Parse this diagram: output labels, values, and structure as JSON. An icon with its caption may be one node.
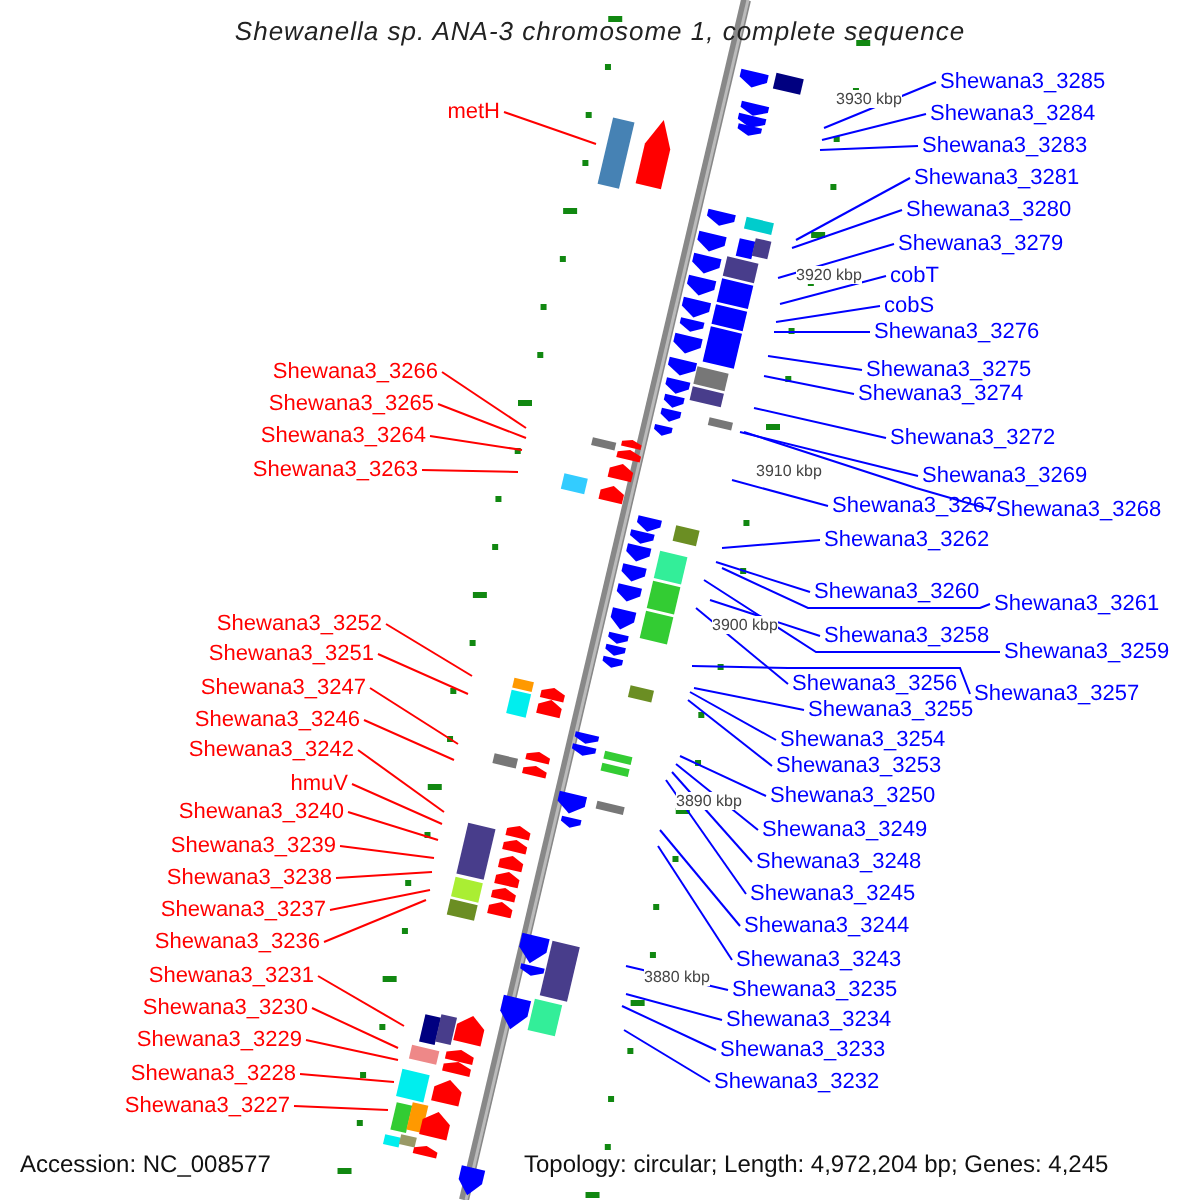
{
  "diagram": {
    "title": "Shewanella sp. ANA-3 chromosome 1, complete sequence",
    "nodes": [
      {
        "text": [
          "metH"
        ]
      },
      {
        "text": [
          "Shewana3_3266"
        ]
      },
      {
        "text": [
          "Shewana3_3265"
        ]
      },
      {
        "text": [
          "Shewana3_3264"
        ]
      },
      {
        "text": [
          "Shewana3_3263"
        ]
      },
      {
        "text": [
          "Shewana3_3252"
        ]
      },
      {
        "text": [
          "Shewana3_3251"
        ]
      },
      {
        "text": [
          "Shewana3_3247"
        ]
      },
      {
        "text": [
          "Shewana3_3246"
        ]
      },
      {
        "text": [
          "Shewana3_3242"
        ]
      },
      {
        "text": [
          "hmuV"
        ]
      },
      {
        "text": [
          "Shewana3_3240"
        ]
      },
      {
        "text": [
          "Shewana3_3239"
        ]
      },
      {
        "text": [
          "Shewana3_3238"
        ]
      },
      {
        "text": [
          "Shewana3_3237"
        ]
      },
      {
        "text": [
          "Shewana3_3236"
        ]
      },
      {
        "text": [
          "Shewana3_3231"
        ]
      },
      {
        "text": [
          "Shewana3_3230"
        ]
      },
      {
        "text": [
          "Shewana3_3229"
        ]
      },
      {
        "text": [
          "Shewana3_3228"
        ]
      },
      {
        "text": [
          "Shewana3_3227"
        ]
      },
      {
        "text": [
          "Shewana3_3285"
        ]
      },
      {
        "text": [
          "Shewana3_3284"
        ]
      },
      {
        "text": [
          "Shewana3_3283"
        ]
      },
      {
        "text": [
          "Shewana3_3281"
        ]
      },
      {
        "text": [
          "Shewana3_3280"
        ]
      },
      {
        "text": [
          "Shewana3_3279"
        ]
      },
      {
        "text": [
          "cobT"
        ]
      },
      {
        "text": [
          "cobS"
        ]
      },
      {
        "text": [
          "Shewana3_3276"
        ]
      },
      {
        "text": [
          "Shewana3_3275"
        ]
      },
      {
        "text": [
          "Shewana3_3274"
        ]
      },
      {
        "text": [
          "Shewana3_3272"
        ]
      },
      {
        "text": [
          "Shewana3_3269"
        ]
      },
      {
        "text": [
          "Shewana3_3267"
        ]
      },
      {
        "text": [
          "Shewana3_3268"
        ]
      },
      {
        "text": [
          "Shewana3_3262"
        ]
      },
      {
        "text": [
          "Shewana3_3260"
        ]
      },
      {
        "text": [
          "Shewana3_3261"
        ]
      },
      {
        "text": [
          "Shewana3_3258"
        ]
      },
      {
        "text": [
          "Shewana3_3259"
        ]
      },
      {
        "text": [
          "Shewana3_3256"
        ]
      },
      {
        "text": [
          "Shewana3_3257"
        ]
      },
      {
        "text": [
          "Shewana3_3255"
        ]
      },
      {
        "text": [
          "Shewana3_3254"
        ]
      },
      {
        "text": [
          "Shewana3_3253"
        ]
      },
      {
        "text": [
          "Shewana3_3250"
        ]
      },
      {
        "text": [
          "Shewana3_3249"
        ]
      },
      {
        "text": [
          "Shewana3_3248"
        ]
      },
      {
        "text": [
          "Shewana3_3245"
        ]
      },
      {
        "text": [
          "Shewana3_3244"
        ]
      },
      {
        "text": [
          "Shewana3_3243"
        ]
      },
      {
        "text": [
          "Shewana3_3235"
        ]
      },
      {
        "text": [
          "Shewana3_3234"
        ]
      },
      {
        "text": [
          "Shewana3_3233"
        ]
      },
      {
        "text": [
          "Shewana3_3232"
        ]
      }
    ],
    "edges": [
      {
        "from": 0,
        "to": null,
        "arrow": "none",
        "color": "#ff0000"
      },
      {
        "from": 1,
        "to": null,
        "arrow": "none",
        "color": "#ff0000"
      },
      {
        "from": 2,
        "to": null,
        "arrow": "none",
        "color": "#ff0000"
      },
      {
        "from": 3,
        "to": null,
        "arrow": "none",
        "color": "#ff0000"
      },
      {
        "from": 4,
        "to": null,
        "arrow": "none",
        "color": "#ff0000"
      },
      {
        "from": 5,
        "to": null,
        "arrow": "none",
        "color": "#ff0000"
      },
      {
        "from": 6,
        "to": null,
        "arrow": "none",
        "color": "#ff0000"
      },
      {
        "from": 7,
        "to": null,
        "arrow": "none",
        "color": "#ff0000"
      },
      {
        "from": 8,
        "to": null,
        "arrow": "none",
        "color": "#ff0000"
      },
      {
        "from": 9,
        "to": null,
        "arrow": "none",
        "color": "#ff0000"
      },
      {
        "from": 10,
        "to": null,
        "arrow": "none",
        "color": "#ff0000"
      },
      {
        "from": 11,
        "to": null,
        "arrow": "none",
        "color": "#ff0000"
      },
      {
        "from": 12,
        "to": null,
        "arrow": "none",
        "color": "#ff0000"
      },
      {
        "from": 13,
        "to": null,
        "arrow": "none",
        "color": "#ff0000"
      },
      {
        "from": 14,
        "to": null,
        "arrow": "none",
        "color": "#ff0000"
      },
      {
        "from": 15,
        "to": null,
        "arrow": "none",
        "color": "#ff0000"
      },
      {
        "from": 16,
        "to": null,
        "arrow": "none",
        "color": "#ff0000"
      },
      {
        "from": 17,
        "to": null,
        "arrow": "none",
        "color": "#ff0000"
      },
      {
        "from": 18,
        "to": null,
        "arrow": "none",
        "color": "#ff0000"
      },
      {
        "from": 19,
        "to": null,
        "arrow": "none",
        "color": "#ff0000"
      },
      {
        "from": 20,
        "to": null,
        "arrow": "none",
        "color": "#ff0000"
      },
      {
        "from": 21,
        "to": null,
        "arrow": "none"
      },
      {
        "from": 22,
        "to": null,
        "arrow": "none"
      },
      {
        "from": 23,
        "to": null,
        "arrow": "none"
      },
      {
        "from": 24,
        "to": null,
        "arrow": "none"
      },
      {
        "from": 25,
        "to": null,
        "arrow": "none"
      },
      {
        "from": 26,
        "to": null,
        "arrow": "none"
      },
      {
        "from": 27,
        "to": null,
        "arrow": "none"
      },
      {
        "from": 28,
        "to": null,
        "arrow": "none"
      },
      {
        "from": 29,
        "to": null,
        "arrow": "none"
      },
      {
        "from": 30,
        "to": null,
        "arrow": "none"
      },
      {
        "from": 31,
        "to": null,
        "arrow": "none"
      },
      {
        "from": 32,
        "to": null,
        "arrow": "none"
      },
      {
        "from": 33,
        "to": null,
        "arrow": "none"
      },
      {
        "from": 34,
        "to": null,
        "arrow": "none"
      },
      {
        "from": 35,
        "to": null,
        "arrow": "none"
      },
      {
        "from": 36,
        "to": null,
        "arrow": "none"
      },
      {
        "from": 37,
        "to": null,
        "arrow": "none"
      },
      {
        "from": 38,
        "to": null,
        "arrow": "none"
      },
      {
        "from": 39,
        "to": null,
        "arrow": "none"
      },
      {
        "from": 40,
        "to": null,
        "arrow": "none"
      },
      {
        "from": 41,
        "to": null,
        "arrow": "none"
      },
      {
        "from": 42,
        "to": null,
        "arrow": "none"
      },
      {
        "from": 43,
        "to": null,
        "arrow": "none"
      },
      {
        "from": 44,
        "to": null,
        "arrow": "none"
      },
      {
        "from": 45,
        "to": null,
        "arrow": "none"
      },
      {
        "from": 46,
        "to": null,
        "arrow": "none"
      },
      {
        "from": 47,
        "to": null,
        "arrow": "none"
      },
      {
        "from": 48,
        "to": null,
        "arrow": "none"
      },
      {
        "from": 49,
        "to": null,
        "arrow": "none"
      },
      {
        "from": 50,
        "to": null,
        "arrow": "none"
      },
      {
        "from": 51,
        "to": null,
        "arrow": "none"
      },
      {
        "from": 52,
        "to": null,
        "arrow": "none"
      },
      {
        "from": 53,
        "to": null,
        "arrow": "none"
      },
      {
        "from": 54,
        "to": null,
        "arrow": "none"
      },
      {
        "from": 55,
        "to": null,
        "arrow": "none"
      }
    ],
    "labels": [
      "3930 kbp",
      "3920 kbp",
      "3910 kbp",
      "3900 kbp",
      "3890 kbp",
      "3880 kbp",
      "Accession: NC_008577",
      "Topology: circular; Length: 4,972,204 bp; Genes: 4,245"
    ]
  }
}
